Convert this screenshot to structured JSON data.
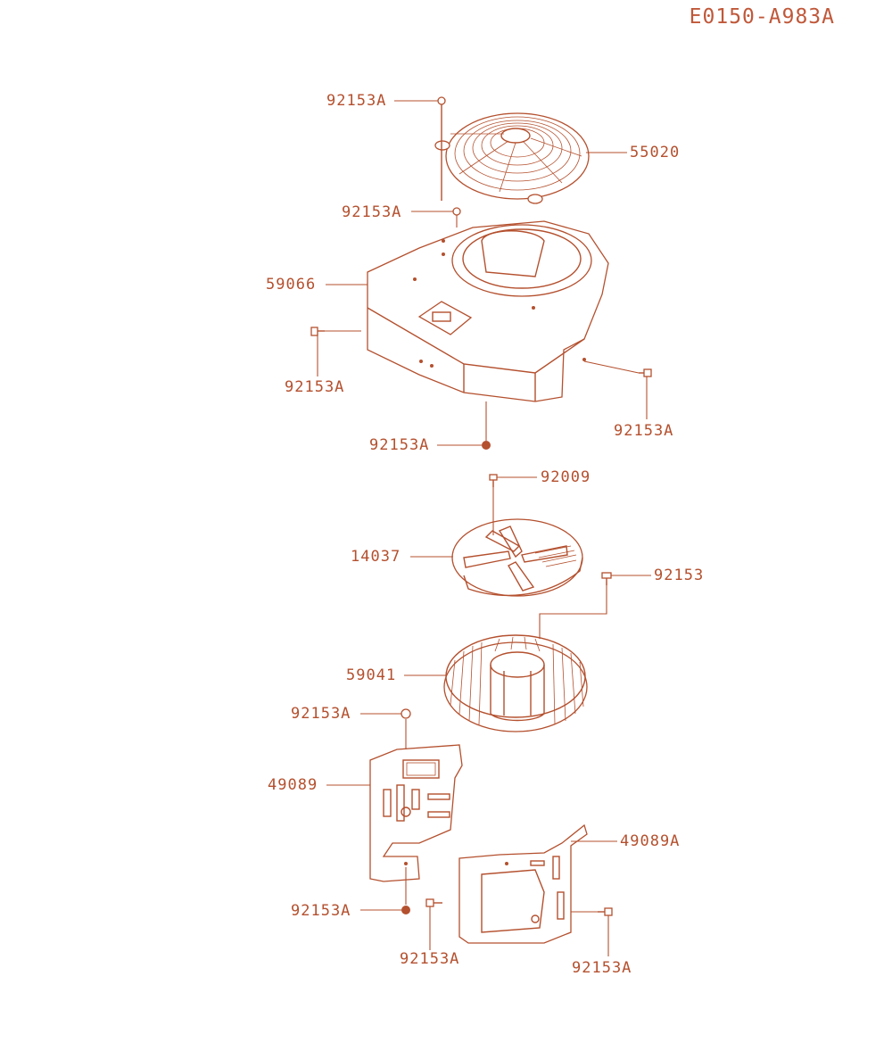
{
  "diagram_code": "E0150-A983A",
  "colors": {
    "line": "#b4502e",
    "code": "#c0583a",
    "background": "#ffffff"
  },
  "parts": [
    {
      "id": "p1",
      "number": "92153A"
    },
    {
      "id": "p2",
      "number": "55020"
    },
    {
      "id": "p3",
      "number": "92153A"
    },
    {
      "id": "p4",
      "number": "59066"
    },
    {
      "id": "p5",
      "number": "92153A"
    },
    {
      "id": "p6",
      "number": "92153A"
    },
    {
      "id": "p7",
      "number": "92153A"
    },
    {
      "id": "p8",
      "number": "92009"
    },
    {
      "id": "p9",
      "number": "14037"
    },
    {
      "id": "p10",
      "number": "92153"
    },
    {
      "id": "p11",
      "number": "59041"
    },
    {
      "id": "p12",
      "number": "92153A"
    },
    {
      "id": "p13",
      "number": "49089"
    },
    {
      "id": "p14",
      "number": "49089A"
    },
    {
      "id": "p15",
      "number": "92153A"
    },
    {
      "id": "p16",
      "number": "92153A"
    },
    {
      "id": "p17",
      "number": "92153A"
    }
  ]
}
